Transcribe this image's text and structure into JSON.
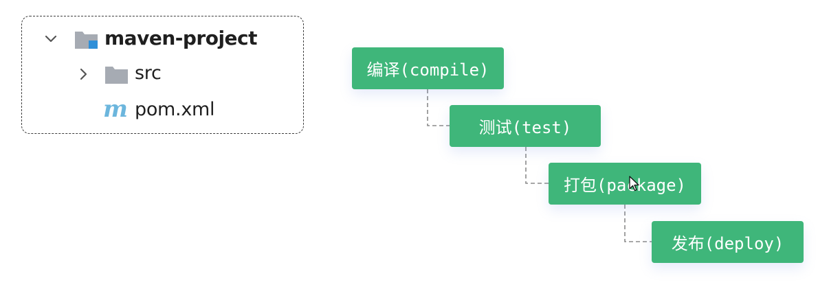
{
  "project_tree": {
    "root": {
      "label": "maven-project",
      "expanded": true,
      "icon": "module-folder-icon"
    },
    "children": [
      {
        "label": "src",
        "expanded": false,
        "icon": "folder-icon"
      },
      {
        "label": "pom.xml",
        "icon": "maven-file-icon",
        "icon_glyph": "m"
      }
    ]
  },
  "lifecycle": {
    "phases": [
      {
        "label": "编译(compile)"
      },
      {
        "label": "测试(test)"
      },
      {
        "label": "打包(package)"
      },
      {
        "label": "发布(deploy)"
      }
    ],
    "colors": {
      "phase_bg": "#3fb67a",
      "phase_text": "#ffffff",
      "connector": "#8a8a8a"
    }
  }
}
